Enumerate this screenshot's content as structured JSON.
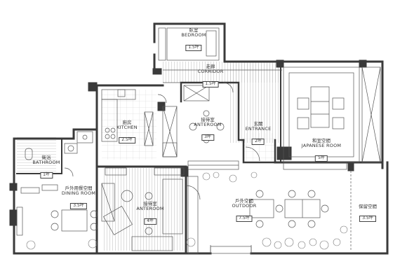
{
  "rooms": {
    "bedroom": {
      "zh": "臥室",
      "en": "BEDROOM",
      "area": "1.5坪"
    },
    "corridor": {
      "zh": "走廊",
      "en": "CORRIDOR",
      "area": "1.5坪"
    },
    "kitchen": {
      "zh": "廚房",
      "en": "KITCHEN",
      "area": "2.5坪"
    },
    "anteroom_upper": {
      "zh": "接待室",
      "en": "ANTEROOM",
      "area": "3坪"
    },
    "entrance": {
      "zh": "玄關",
      "en": "ENTRANCE",
      "area": "2坪"
    },
    "japanese": {
      "zh": "和室空間",
      "en": "JAPANESE ROOM",
      "area": "5坪"
    },
    "bathroom": {
      "zh": "衛浴",
      "en": "BATHROOM",
      "area": "1坪"
    },
    "dining": {
      "zh": "戶外用餐空間",
      "en": "DINING ROOM",
      "area": "3.5坪"
    },
    "anteroom_lower": {
      "zh": "接待室",
      "en": "ANTEROOM",
      "area": "4坪"
    },
    "outdoor": {
      "zh": "戶外空間",
      "en": "OUTDOOR",
      "area": "7.5坪"
    },
    "reserved": {
      "zh": "保留空間",
      "en": "",
      "area": "3.5坪"
    }
  },
  "colors": {
    "wall": "#3a3a3a",
    "line": "#555555",
    "floor": "#bdbdbd",
    "background": "#ffffff"
  }
}
